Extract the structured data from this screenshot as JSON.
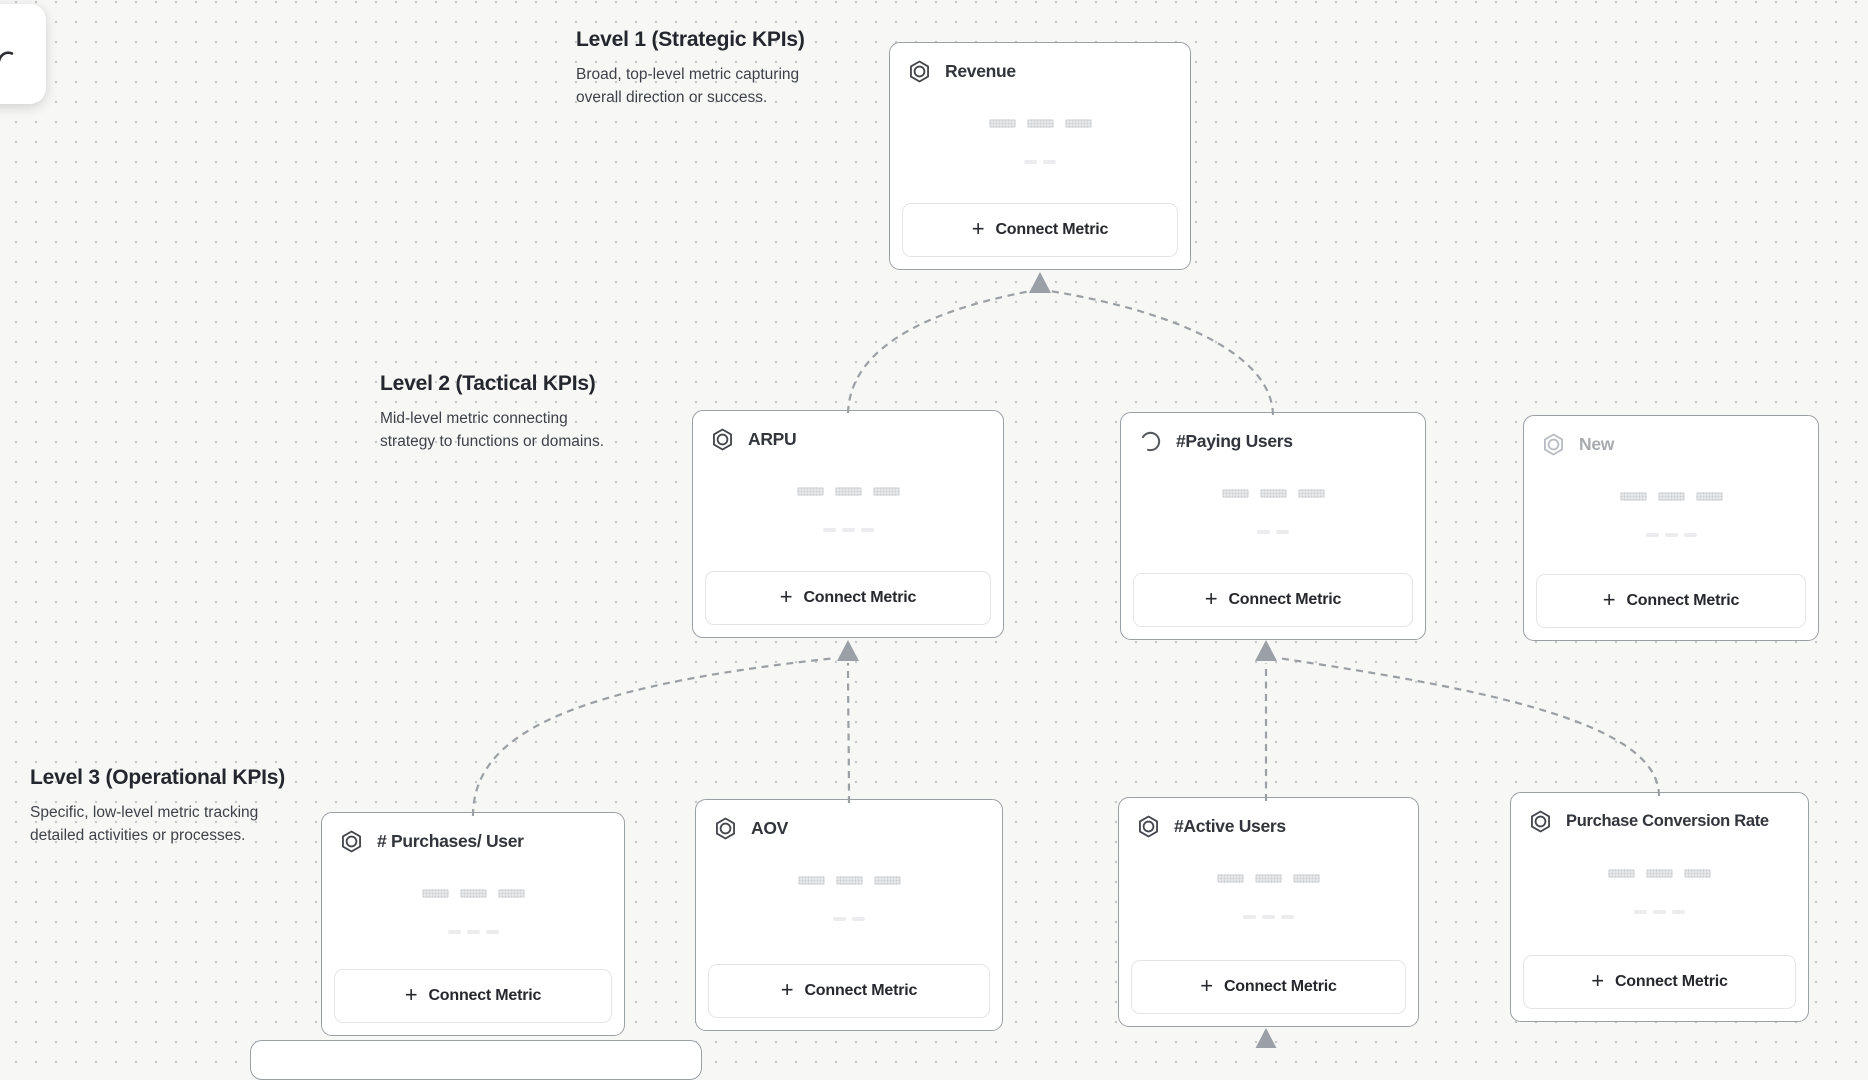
{
  "ui": {
    "connect_metric_label": "Connect Metric",
    "plus_glyph": "+"
  },
  "levels": [
    {
      "title": "Level 1 (Strategic KPIs)",
      "description_line1": "Broad, top-level metric capturing",
      "description_line2": "overall direction or success."
    },
    {
      "title": "Level 2 (Tactical KPIs)",
      "description_line1": "Mid-level metric connecting",
      "description_line2": "strategy to functions or domains."
    },
    {
      "title": "Level 3 (Operational KPIs)",
      "description_line1": "Specific, low-level metric tracking",
      "description_line2": "detailed activities or processes."
    }
  ],
  "cards": [
    {
      "title": "Revenue",
      "level": 1,
      "icon": "hexagon-metric-icon",
      "state": "default"
    },
    {
      "title": "ARPU",
      "level": 2,
      "icon": "hexagon-metric-icon",
      "state": "default"
    },
    {
      "title": "#Paying Users",
      "level": 2,
      "icon": "loading-spinner-icon",
      "state": "loading"
    },
    {
      "title": "New",
      "level": 2,
      "icon": "hexagon-metric-icon",
      "state": "draft"
    },
    {
      "title": "# Purchases/ User",
      "level": 3,
      "icon": "hexagon-metric-icon",
      "state": "default"
    },
    {
      "title": "AOV",
      "level": 3,
      "icon": "hexagon-metric-icon",
      "state": "default"
    },
    {
      "title": "#Active Users",
      "level": 3,
      "icon": "hexagon-metric-icon",
      "state": "default"
    },
    {
      "title": "Purchase Conversion Rate",
      "level": 3,
      "icon": "hexagon-metric-icon",
      "state": "default"
    }
  ],
  "colors": {
    "canvas_background": "#f7f7f6",
    "grid_dot": "#c8c9cb",
    "card_border": "#9ba0a5",
    "connector": "#9ba0a4",
    "arrowhead": "#9aa0a6",
    "title_text": "#32353b",
    "muted_title_text": "#a7abb0"
  }
}
